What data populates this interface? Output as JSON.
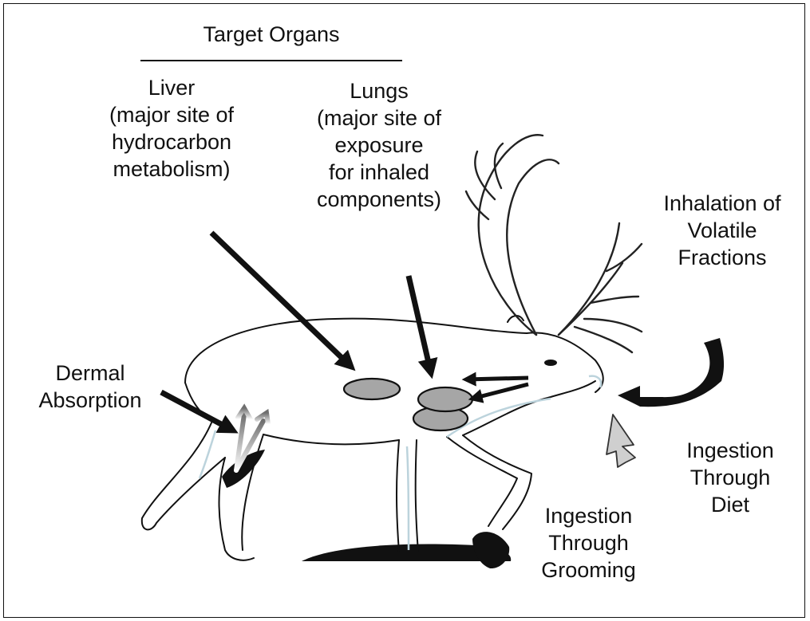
{
  "title": "Target Organs",
  "labels": {
    "liver": [
      "Liver",
      "(major site of",
      "hydrocarbon",
      "metabolism)"
    ],
    "lungs": [
      "Lungs",
      "(major site of",
      "exposure",
      "for inhaled",
      "components)"
    ],
    "inhalation": [
      "Inhalation of",
      "Volatile",
      "Fractions"
    ],
    "dermal": [
      "Dermal",
      "Absorption"
    ],
    "diet": [
      "Ingestion",
      "Through",
      "Diet"
    ],
    "grooming": [
      "Ingestion",
      "Through",
      "Grooming"
    ]
  },
  "icons": {
    "animal": "caribou-illustration",
    "organs": [
      "liver-oval",
      "lung-ovals"
    ],
    "arrows": [
      "liver-arrow",
      "lungs-arrow",
      "inhalation-arrow",
      "diet-arrow",
      "dermal-arrow"
    ]
  },
  "colors": {
    "line": "#111111",
    "organ_fill": "#a6a6a6",
    "highlight": "#bcd3dc",
    "diet_arrow": "#cfcfcf",
    "background": "#ffffff"
  }
}
